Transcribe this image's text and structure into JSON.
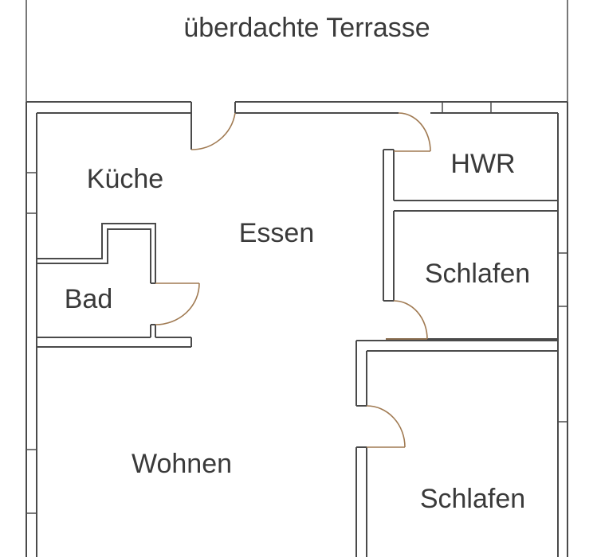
{
  "plan": {
    "rooms": {
      "terrace": "überdachte Terrasse",
      "kitchen": "Küche",
      "dining": "Essen",
      "utility": "HWR",
      "bath": "Bad",
      "bedroom_1": "Schlafen",
      "bedroom_2": "Schlafen",
      "living": "Wohnen"
    },
    "colors": {
      "wall": "#4a4a4a",
      "door": "#a07a52",
      "text": "#3a3a3a",
      "background": "#ffffff"
    }
  }
}
